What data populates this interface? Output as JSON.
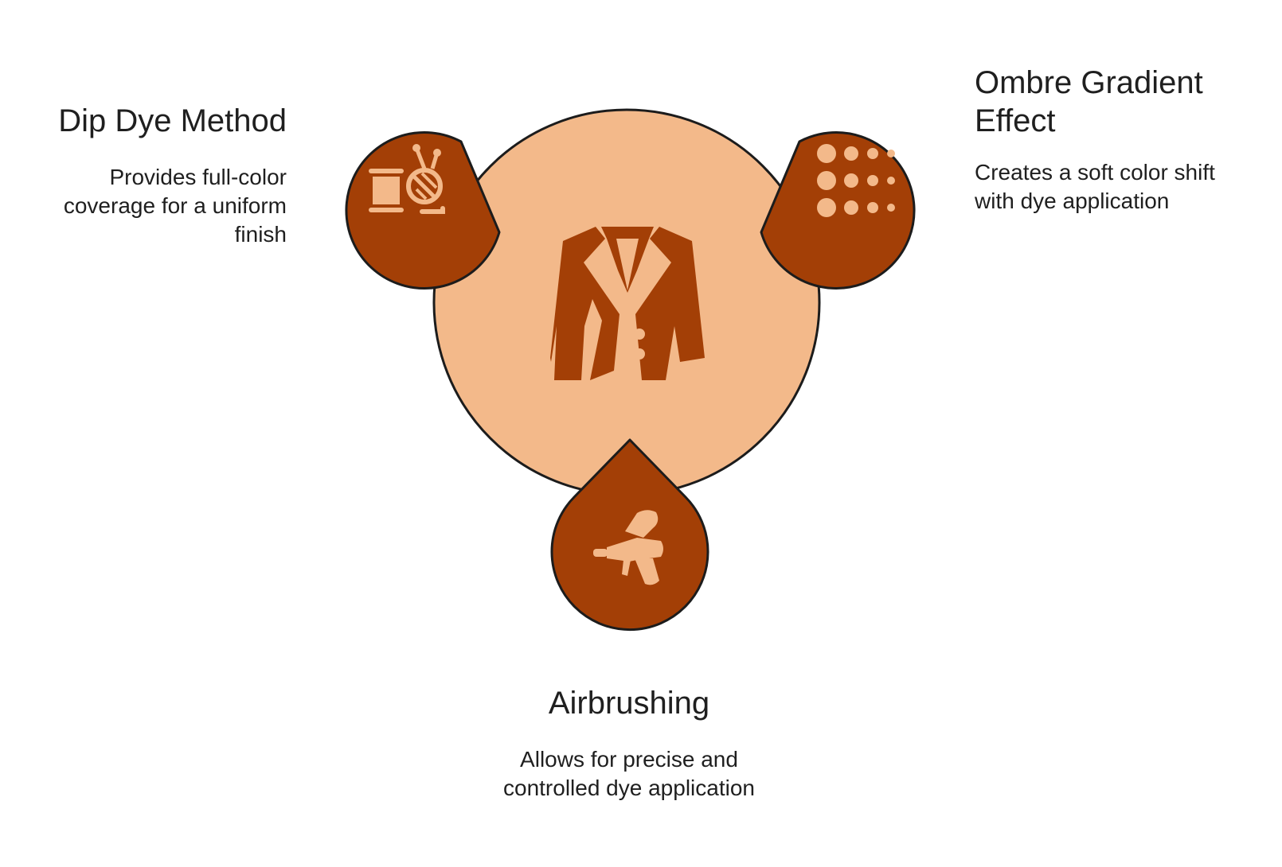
{
  "colors": {
    "hub_fill": "#F3B98A",
    "node_fill": "#A33F06",
    "icon_fill": "#F3B98A",
    "stroke": "#1C1C1C",
    "text": "#1F1F1F"
  },
  "hub": {
    "icon": "jacket-icon"
  },
  "nodes": [
    {
      "id": "dip-dye",
      "icon": "yarn-spool-icon",
      "title": "Dip Dye Method",
      "description": "Provides full-color coverage for a uniform finish"
    },
    {
      "id": "ombre",
      "icon": "gradient-dots-icon",
      "title": "Ombre Gradient Effect",
      "description": "Creates a soft color shift with dye application"
    },
    {
      "id": "airbrushing",
      "icon": "spray-gun-icon",
      "title": "Airbrushing",
      "description": "Allows for precise and controlled dye application"
    }
  ]
}
